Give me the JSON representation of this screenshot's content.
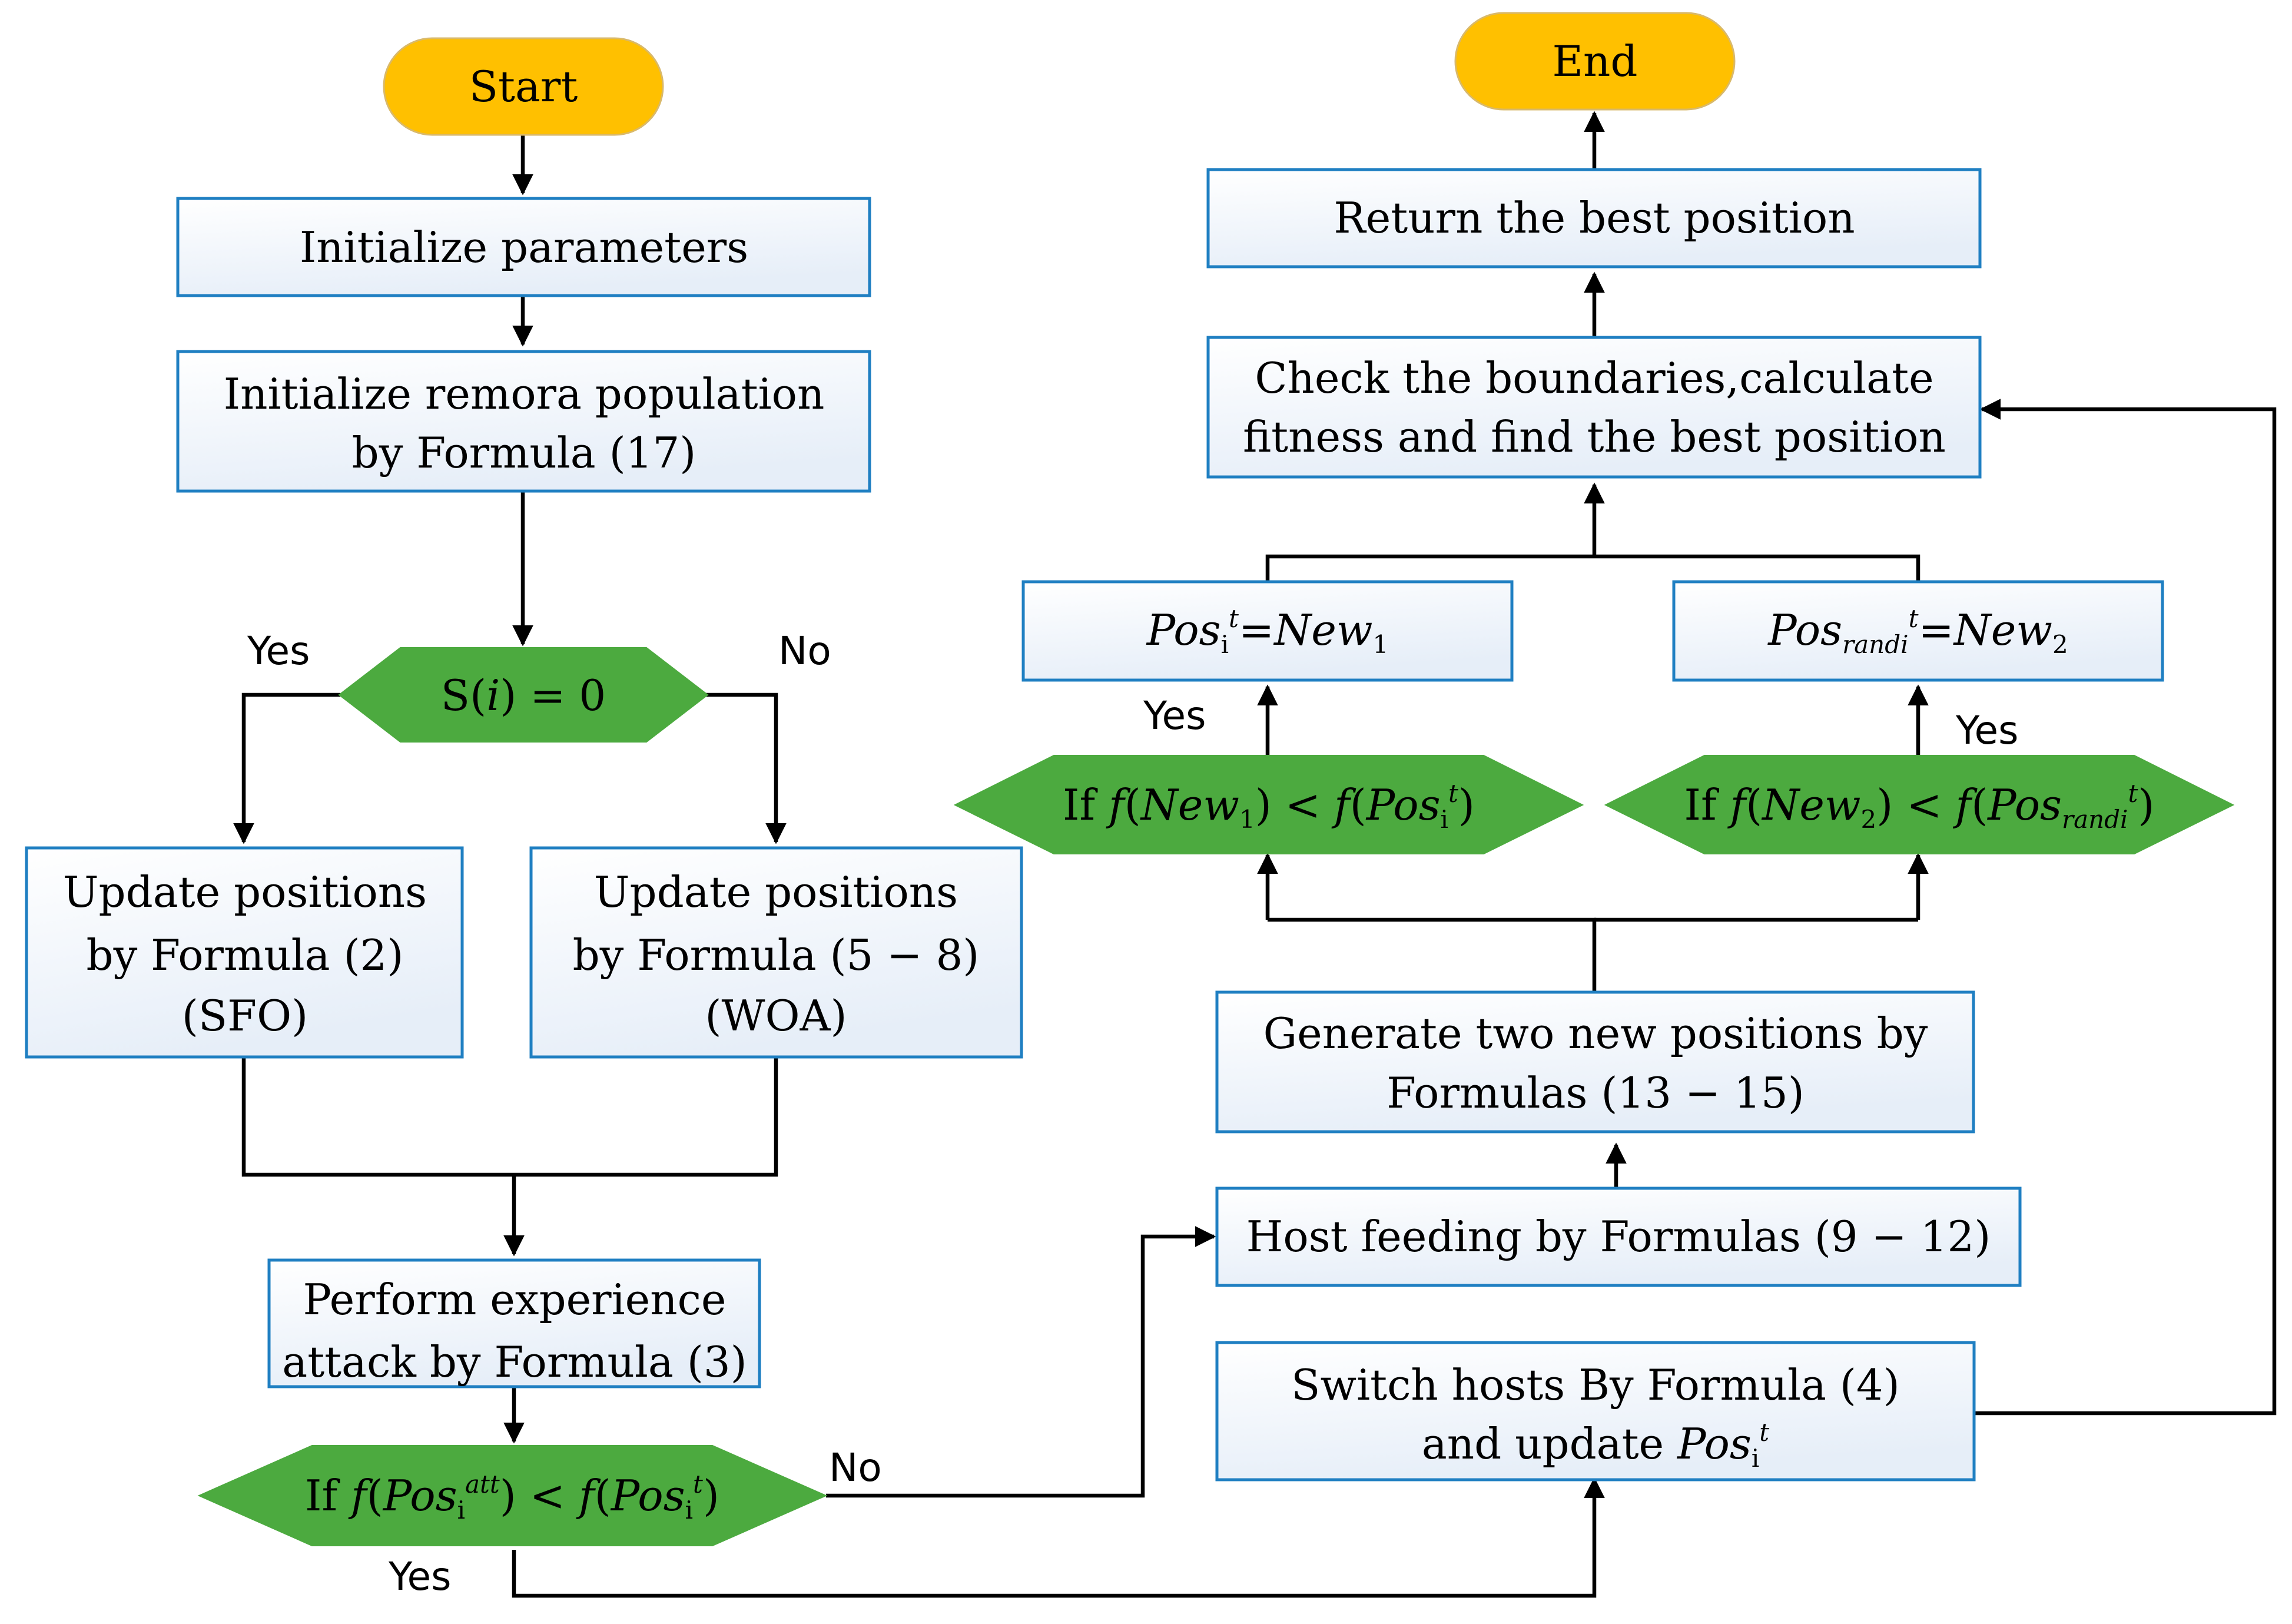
{
  "nodes": {
    "start": "Start",
    "end": "End",
    "init_params": "Initialize parameters",
    "init_pop": [
      "Initialize remora population",
      "by Formula (17)"
    ],
    "decision_s": {
      "pre": "S(",
      "var": "i",
      "post": ") = 0"
    },
    "update_sfo": [
      "Update positions",
      "by Formula (2)",
      "(SFO)"
    ],
    "update_woa": [
      "Update positions",
      "by Formula (5 − 8)",
      "(WOA)"
    ],
    "experience": [
      "Perform experience",
      "attack by Formula (3)"
    ],
    "cond_att": {
      "if": "If ",
      "f": "f",
      "pos": "Pos",
      "sub_i": "i",
      "sup_att": "att",
      "lt": ") < ",
      "sup_t": "t",
      "close": ")"
    },
    "switch_hosts": [
      "Switch hosts By Formula (4)",
      "and update ",
      "Pos",
      "i",
      "t"
    ],
    "host_feeding": "Host feeding by Formulas (9 − 12)",
    "generate": [
      "Generate two new positions by",
      "Formulas (13 − 15)"
    ],
    "cond_new1": {
      "if": "If ",
      "f": "f",
      "new": "New",
      "n": "1",
      "lt": ") < ",
      "pos": "Pos",
      "sub": "i",
      "sup": "t",
      "close": ")"
    },
    "cond_new2": {
      "if": "If ",
      "f": "f",
      "new": "New",
      "n": "2",
      "lt": ") < ",
      "pos": "Pos",
      "sub": "randi",
      "sup": "t",
      "close": ")"
    },
    "assign1": {
      "pos": "Pos",
      "sub": "i",
      "sup": "t",
      "eq": "=New",
      "n": "1"
    },
    "assign2": {
      "pos": "Pos",
      "sub": "randi",
      "sup": "t",
      "eq": "=New",
      "n": "2"
    },
    "check": [
      "Check the boundaries,calculate",
      "fitness and find the best position"
    ],
    "return_best": "Return the best position"
  },
  "labels": {
    "yes_s": "Yes",
    "no_s": "No",
    "no_att": "No",
    "yes_att": "Yes",
    "yes_new1": "Yes",
    "yes_new2": "Yes"
  },
  "colors": {
    "terminal": "#ffc000",
    "decision": "#4caa3f",
    "box_border": "#1f7fc2",
    "box_fill_top": "#ffffff",
    "box_fill_bottom": "#e9f1fa",
    "line": "#000000"
  }
}
